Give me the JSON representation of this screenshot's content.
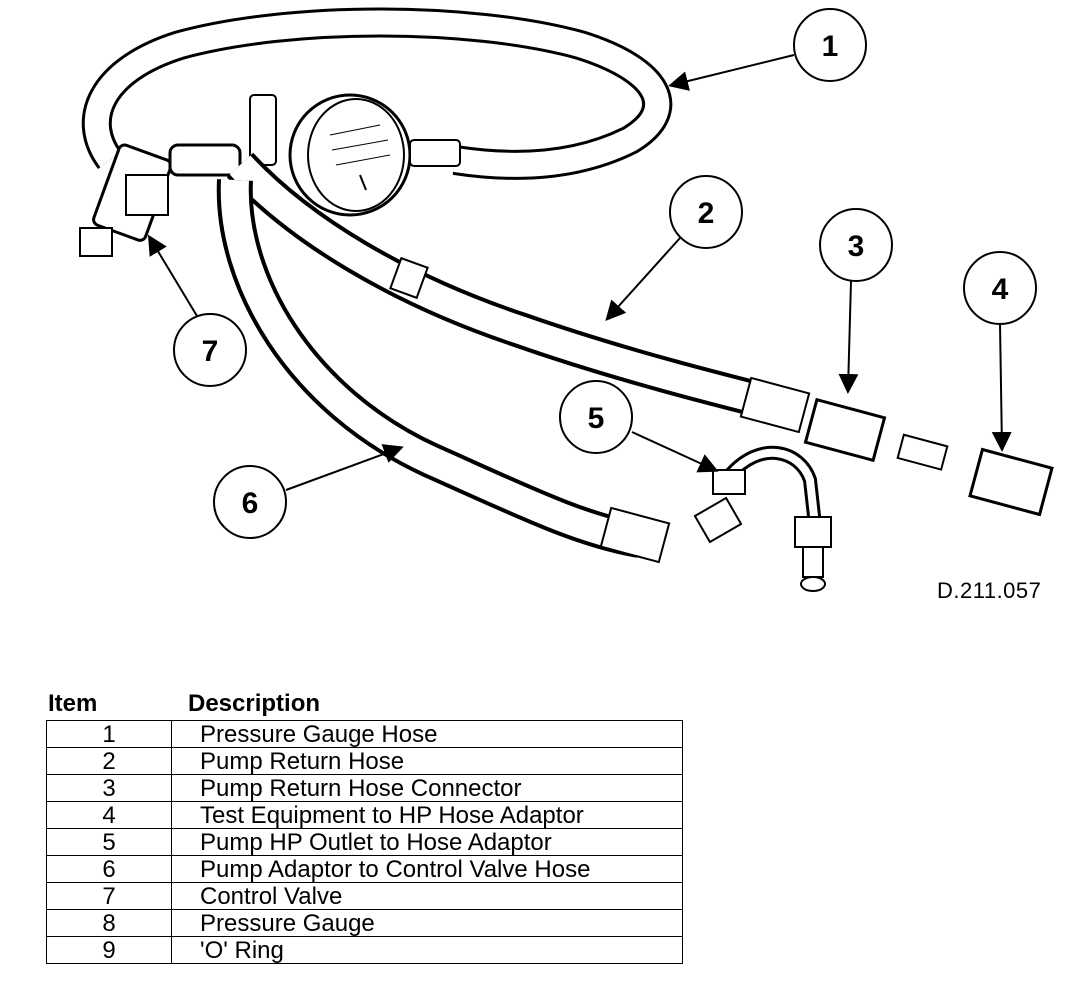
{
  "figure": {
    "reference": "D.211.057",
    "callouts": [
      "1",
      "2",
      "3",
      "4",
      "5",
      "6",
      "7"
    ]
  },
  "table": {
    "header_item": "Item",
    "header_description": "Description",
    "rows": [
      {
        "item": "1",
        "description": "Pressure Gauge Hose"
      },
      {
        "item": "2",
        "description": "Pump Return Hose"
      },
      {
        "item": "3",
        "description": "Pump Return Hose Connector"
      },
      {
        "item": "4",
        "description": "Test Equipment to HP Hose Adaptor"
      },
      {
        "item": "5",
        "description": "Pump HP Outlet to Hose Adaptor"
      },
      {
        "item": "6",
        "description": "Pump Adaptor to Control Valve Hose"
      },
      {
        "item": "7",
        "description": "Control Valve"
      },
      {
        "item": "8",
        "description": "Pressure Gauge"
      },
      {
        "item": "9",
        "description": "'O' Ring"
      }
    ]
  }
}
